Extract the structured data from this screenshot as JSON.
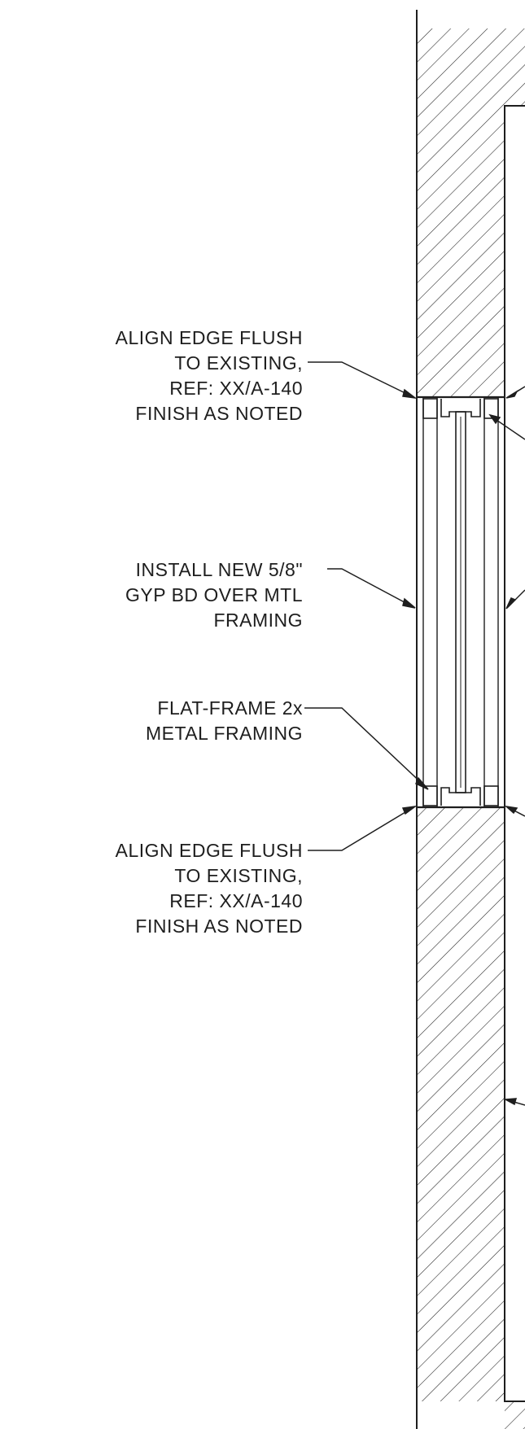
{
  "colors": {
    "ink": "#1e1e1e",
    "paper": "#ffffff"
  },
  "notes": [
    {
      "id": "align-edge-top",
      "lines": [
        "ALIGN EDGE FLUSH",
        "TO EXISTING,",
        "REF: XX/A-140",
        "FINISH AS NOTED"
      ]
    },
    {
      "id": "gyp-board",
      "lines": [
        "INSTALL NEW 5/8\"",
        "GYP BD OVER MTL",
        "FRAMING"
      ]
    },
    {
      "id": "flat-frame",
      "lines": [
        "FLAT-FRAME 2x",
        "METAL FRAMING"
      ]
    },
    {
      "id": "align-edge-bottom",
      "lines": [
        "ALIGN EDGE FLUSH",
        "TO EXISTING,",
        "REF: XX/A-140",
        "FINISH AS NOTED"
      ]
    }
  ]
}
